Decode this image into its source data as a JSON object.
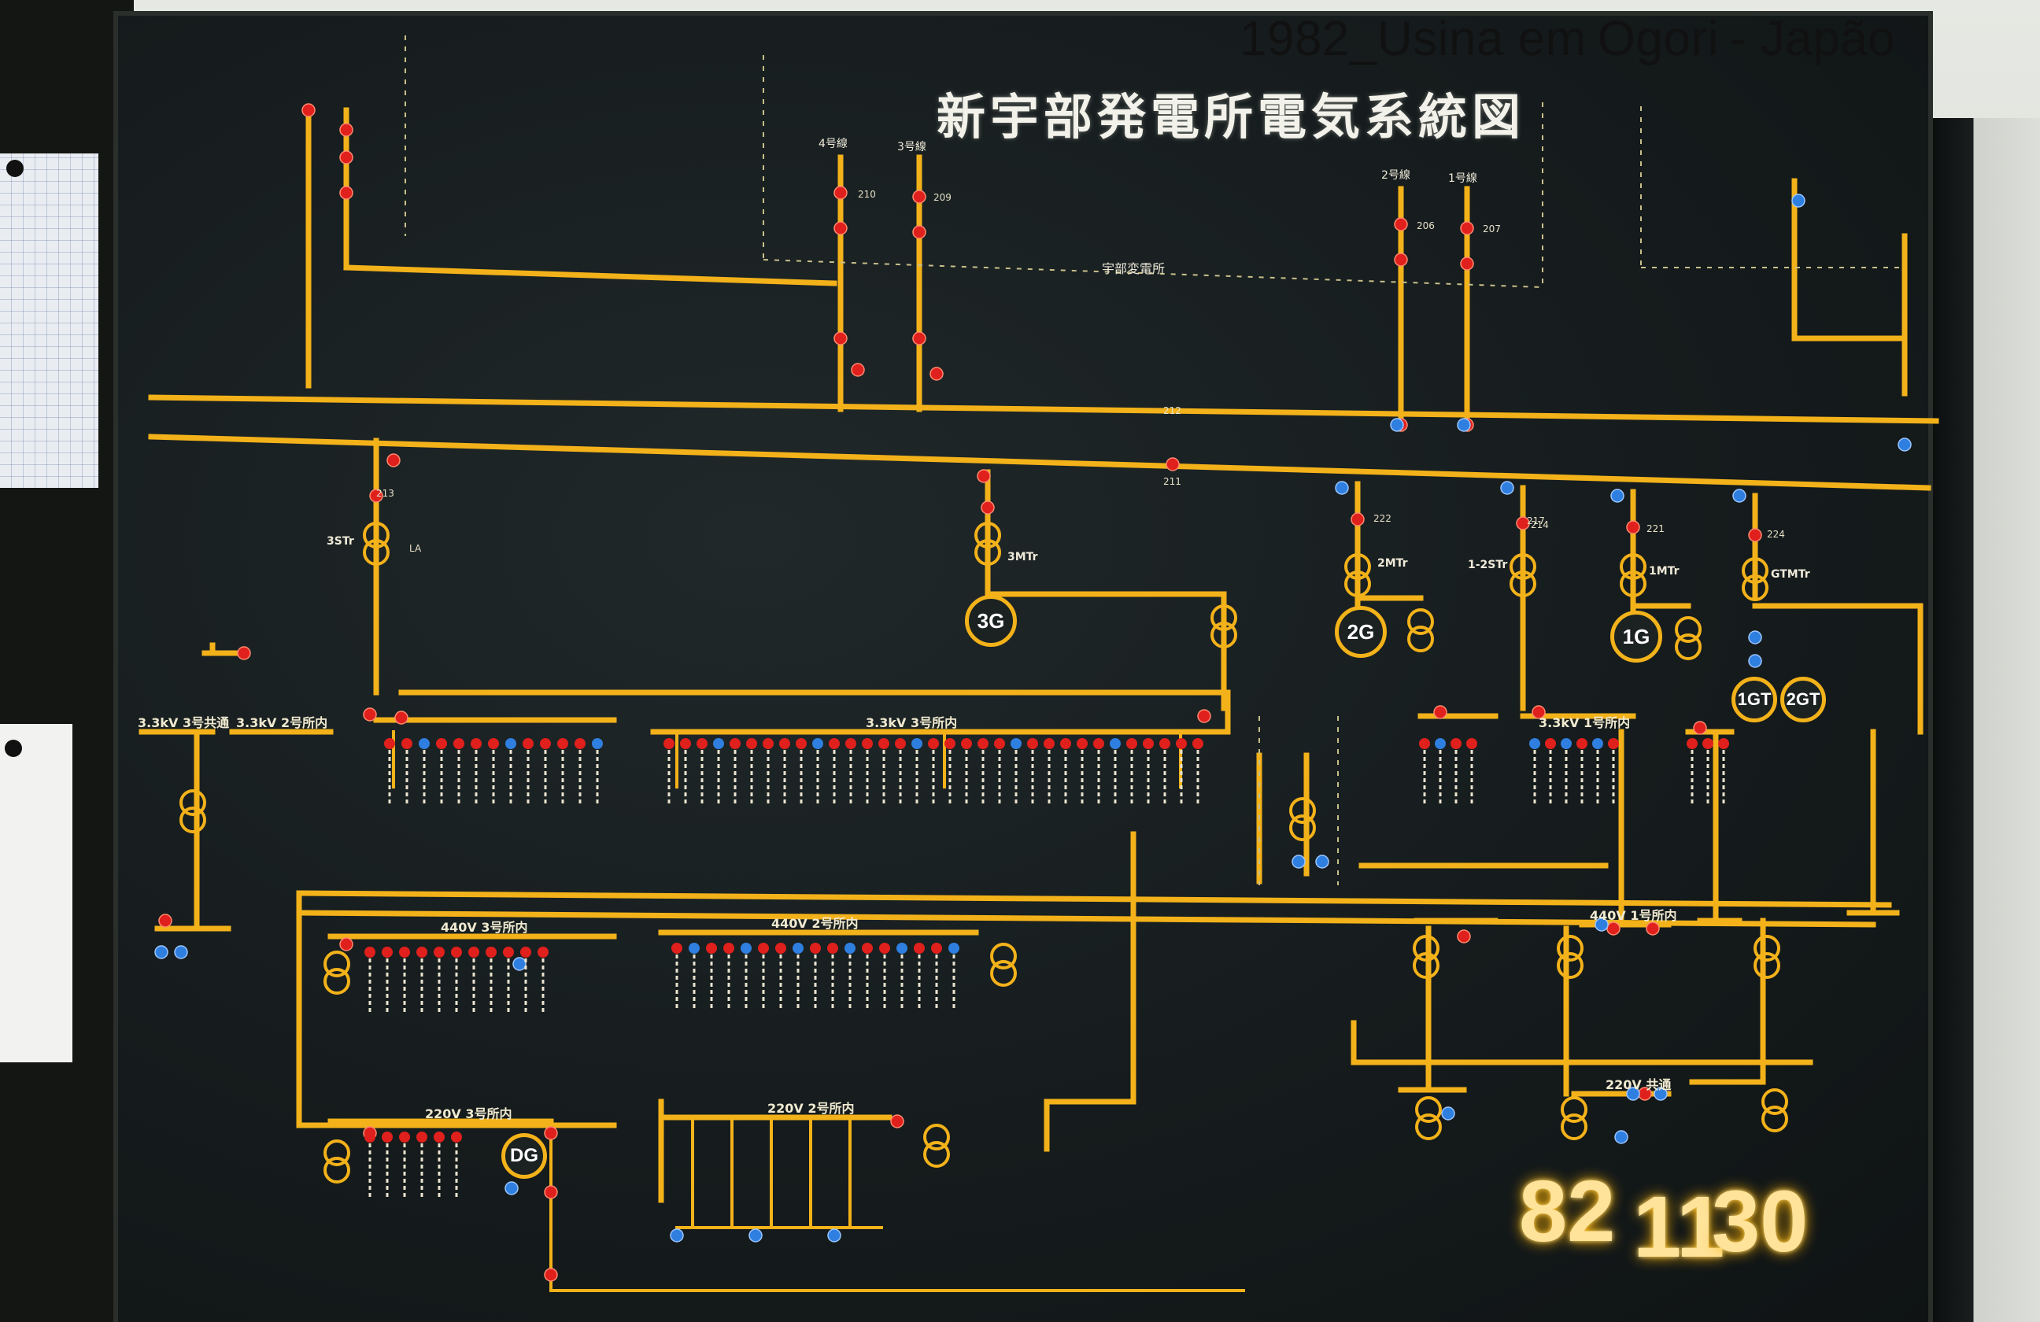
{
  "photo_caption": {
    "year_place": "1982_Usina em",
    "city": "Ogori",
    "country": "- Japão"
  },
  "board": {
    "title": "新宇部発電所電気系統図",
    "substation_label": "宇部変電所",
    "generators": [
      "3G",
      "2G",
      "1G",
      "1GT",
      "2GT",
      "DG"
    ],
    "transformers": [
      "3STr",
      "3MTr",
      "2MTr",
      "1-2STr",
      "1MTr",
      "GTMTr"
    ],
    "lines": [
      "4号線",
      "3号線",
      "2号線",
      "1号線"
    ],
    "bus_labels": [
      "3.3kV 3号共通",
      "3.3kV 2号所内",
      "3.3kV 3号所内",
      "440V 3号所内",
      "440V 2号所内",
      "220V 3号所内",
      "220V 2号所内",
      "3.3kV 1号所内",
      "440V 1号所内",
      "220V 共通"
    ],
    "breaker_codes": [
      "210",
      "209",
      "206",
      "207",
      "212",
      "211",
      "213",
      "217",
      "222",
      "214",
      "221",
      "224",
      "LA"
    ],
    "clock": {
      "year": "82",
      "month": "11",
      "day": "30"
    }
  },
  "colors": {
    "bus": "#f3b21a",
    "breaker_closed": "#e0201c",
    "breaker_open": "#2f7fe0",
    "board": "#171d1e",
    "label": "#f2efe2"
  }
}
